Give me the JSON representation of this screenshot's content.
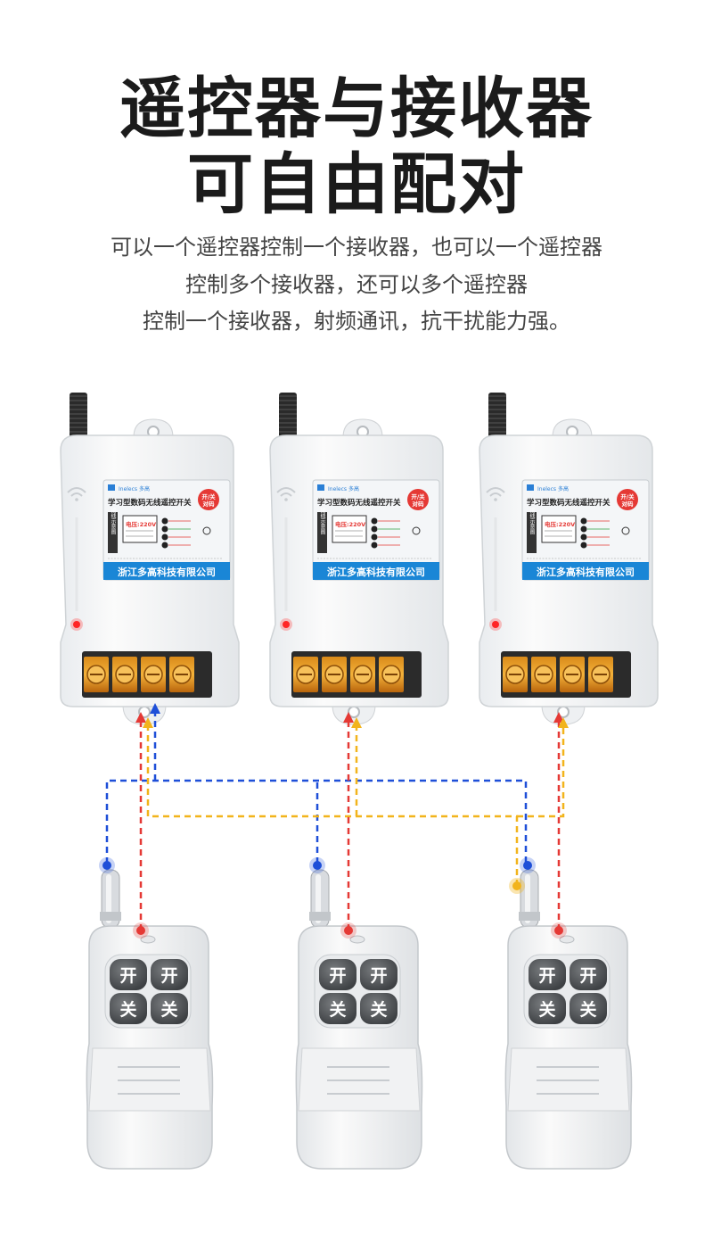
{
  "title": {
    "line1": "遥控器与接收器",
    "line2": "可自由配对"
  },
  "description": [
    "可以一个遥控器控制一个接收器，也可以一个遥控器",
    "控制多个接收器，还可以多个遥控器",
    "控制一个接收器，射频通讯，抗干扰能力强。"
  ],
  "receiver_label": {
    "brand": "Inelecs 多高",
    "product": "学习型数码无线遥控开关",
    "badge_top": "开/关",
    "badge_bottom": "对码",
    "side": "接线示意图",
    "voltage": "电压:220V",
    "company": "浙江多高科技有限公司"
  },
  "remote_buttons": [
    "开",
    "开",
    "关",
    "关"
  ],
  "colors": {
    "red": "#e53935",
    "blue": "#1e4fd8",
    "yellow": "#f2b41c"
  }
}
